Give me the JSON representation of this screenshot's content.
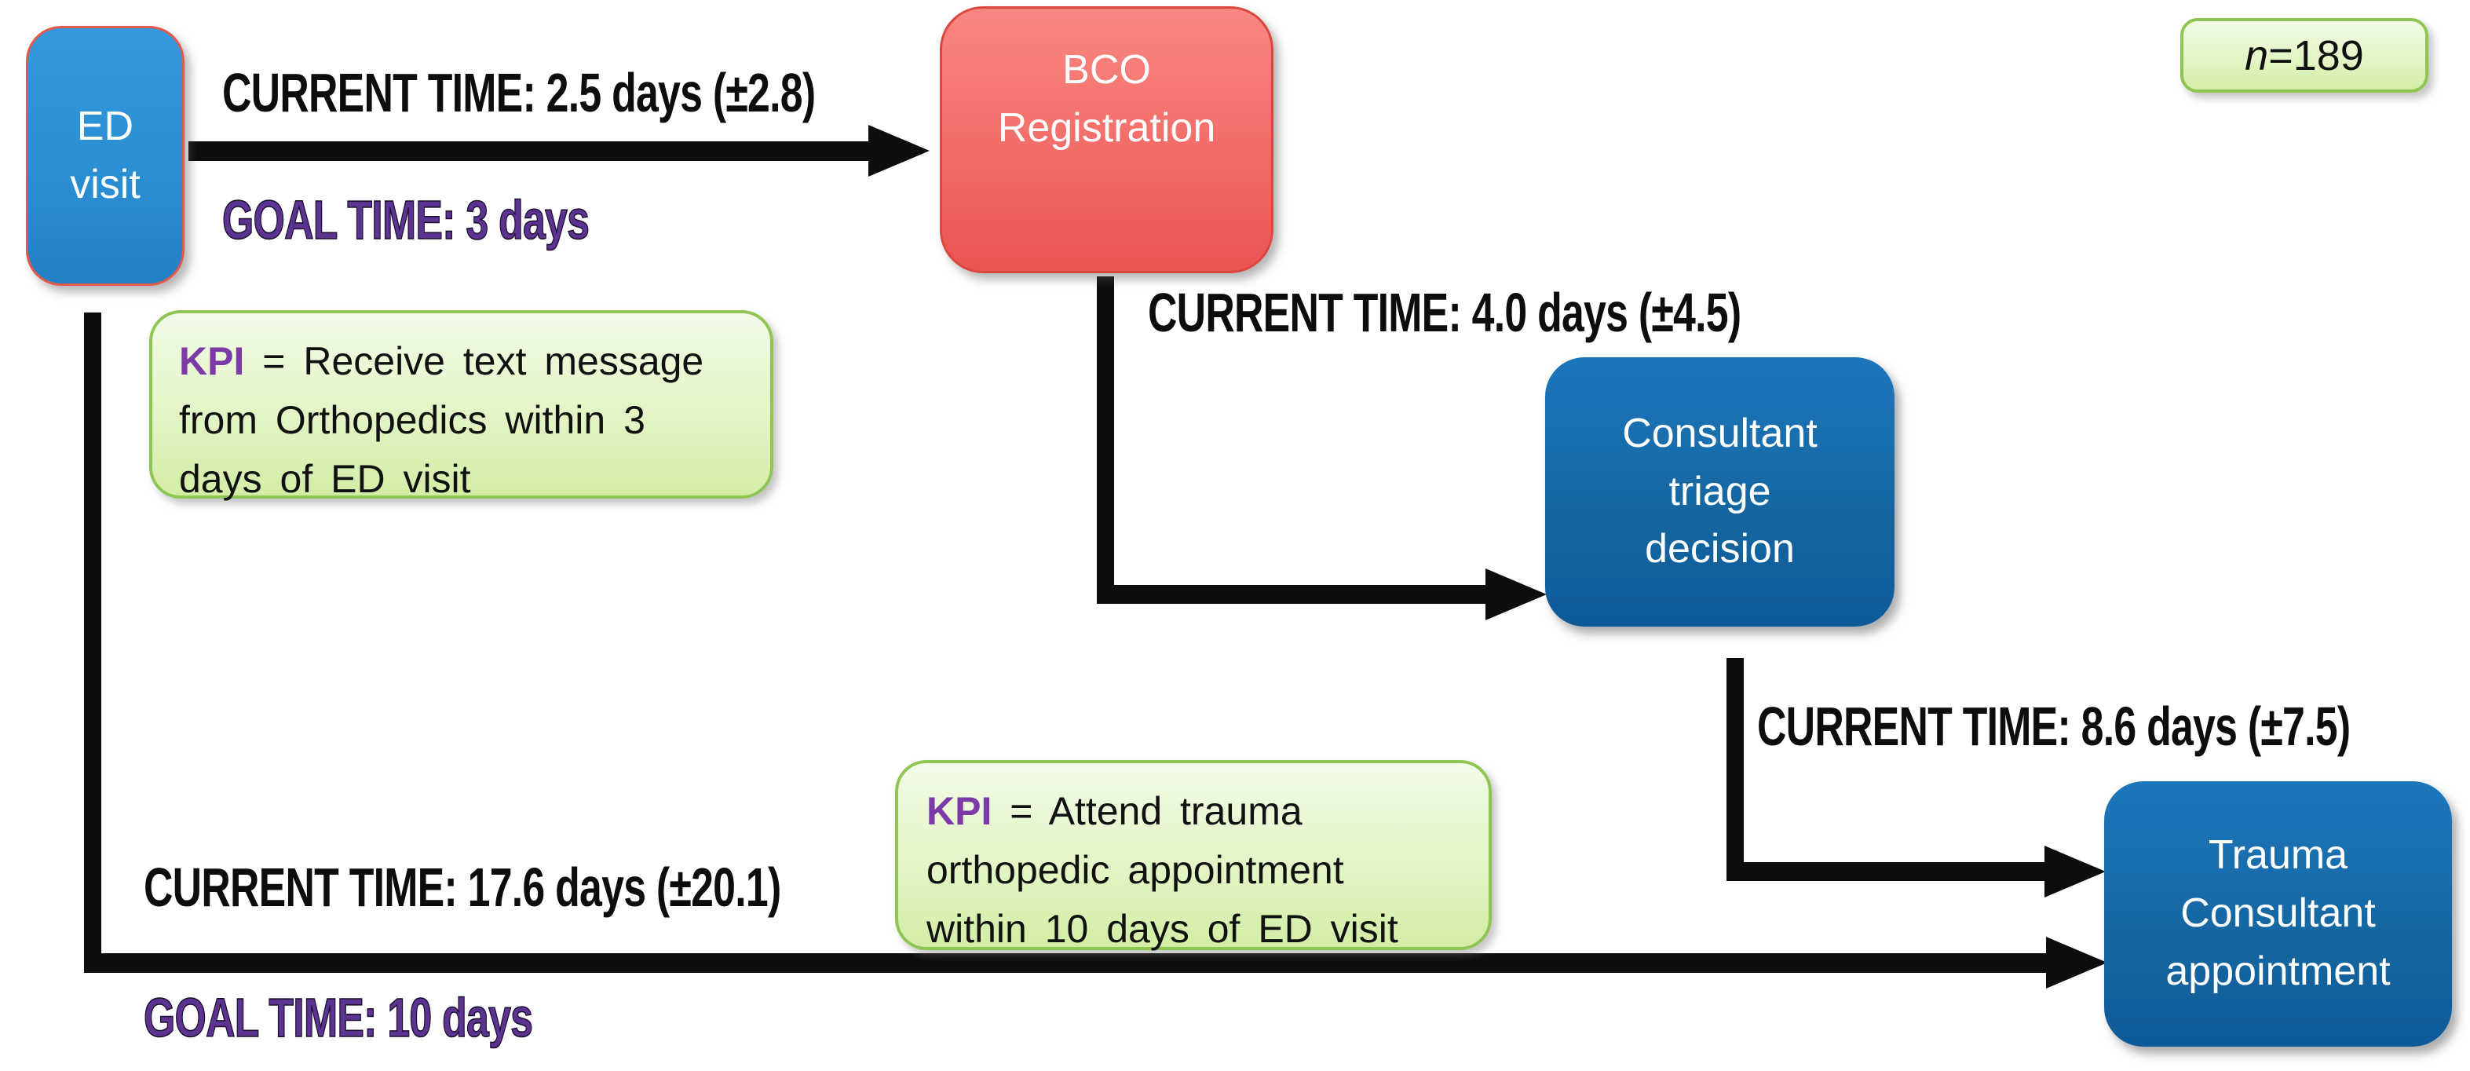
{
  "sample_badge": {
    "symbol": "n",
    "value": " =189"
  },
  "nodes": {
    "ed": {
      "lines": [
        "ED",
        "visit"
      ]
    },
    "bco": {
      "lines": [
        "BCO",
        "Registration"
      ]
    },
    "triage": {
      "lines": [
        "Consultant",
        "triage",
        "decision"
      ]
    },
    "trauma": {
      "lines": [
        "Trauma",
        "Consultant",
        "appointment"
      ]
    }
  },
  "edges": {
    "ed_to_bco": {
      "current_time": "CURRENT TIME: 2.5 days (±2.8)",
      "goal_time": "GOAL TIME: 3 days"
    },
    "bco_to_triage": {
      "current_time": "CURRENT TIME: 4.0 days (±4.5)"
    },
    "triage_to_trauma": {
      "current_time": "CURRENT TIME: 8.6 days (±7.5)"
    },
    "ed_to_trauma": {
      "current_time": "CURRENT TIME: 17.6 days (±20.1)",
      "goal_time": "GOAL TIME: 10 days"
    }
  },
  "kpis": {
    "kpi1": {
      "keyword": "KPI",
      "line1_rest": " = Receive text message",
      "line2": "from Orthopedics within 3",
      "line3": "days of ED visit"
    },
    "kpi2": {
      "keyword": "KPI",
      "line1_rest": " = Attend trauma",
      "line2": "orthopedic appointment",
      "line3": "within 10 days of ED visit"
    }
  },
  "colors": {
    "ed_node_blue": "#2b8fd4",
    "dark_node_blue": "#15669f",
    "bco_node_red": "#f4716c",
    "green_fill": "#e3f5c6",
    "green_border": "#8fc653",
    "kpi_purple": "#7b3aa6",
    "goal_purple": "#5c3391",
    "arrow_black": "#0d0d0d"
  }
}
